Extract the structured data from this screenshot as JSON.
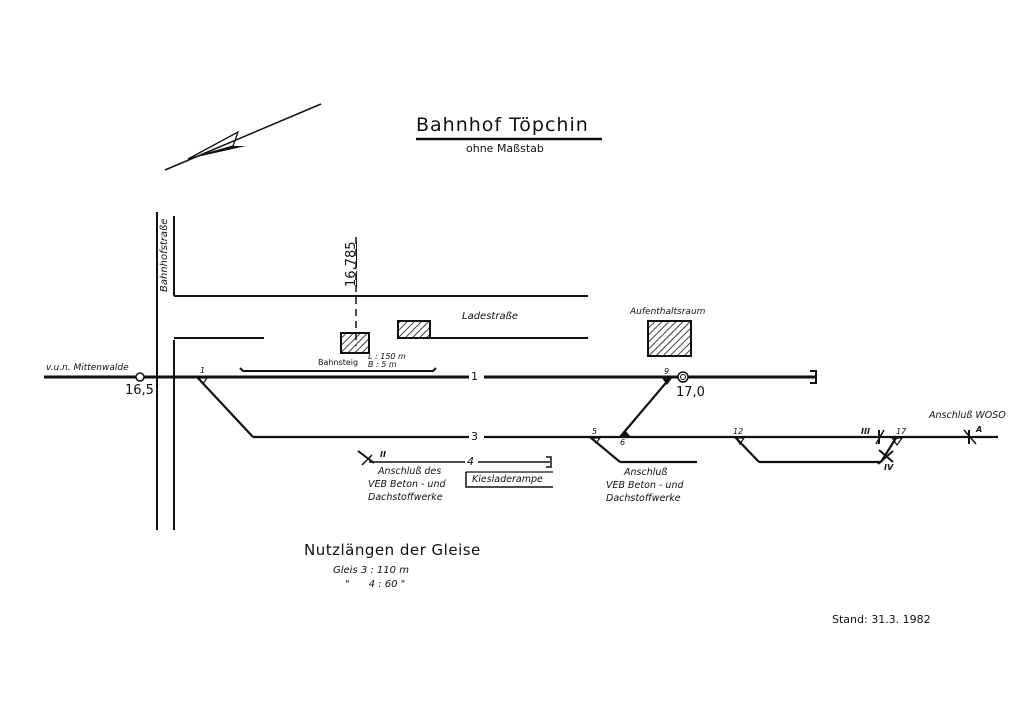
{
  "title": "Bahnhof Töpchin",
  "subtitle": "ohne Maßstab",
  "north_arrow_icon": "north-arrow-icon",
  "streets": {
    "bahnhofstrasse": "Bahnhofstraße",
    "ladestrasse": "Ladestraße"
  },
  "km_marker_dashed": "16,785",
  "buildings": {
    "aufenthaltsraum": "Aufenthaltsraum"
  },
  "platform": {
    "label": "Bahnsteig",
    "length": "L : 150 m",
    "width": "B :   5 m"
  },
  "origin": {
    "label": "v.u.n. Mittenwalde",
    "km": "16,5"
  },
  "station_km": "17,0",
  "tracks": [
    {
      "id": "1",
      "label": "1"
    },
    {
      "id": "3",
      "label": "3"
    },
    {
      "id": "4",
      "label": "4"
    }
  ],
  "switches": [
    "1",
    "9",
    "5",
    "6",
    "12",
    "17"
  ],
  "derailers": [
    "II",
    "III",
    "IV",
    "A"
  ],
  "sidings": {
    "left": [
      "Anschluß des",
      "VEB Beton - und",
      "Dachstoffwerke"
    ],
    "middle": [
      "Anschluß",
      "VEB Beton - und",
      "Dachstoffwerke"
    ],
    "right": "Anschluß WOSO"
  },
  "kiesladerampe": "Kiesladerampe",
  "useful_lengths": {
    "heading": "Nutzlängen der Gleise",
    "rows": [
      "Gleis  3 : 110 m",
      "\"      4 : 60 \""
    ]
  },
  "stand": "Stand: 31.3. 1982"
}
